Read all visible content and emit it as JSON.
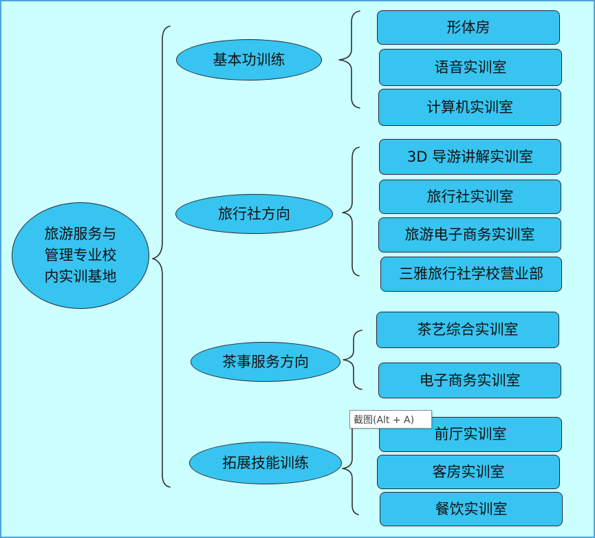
{
  "diagram": {
    "root": {
      "lines": [
        "旅游服务与",
        "管理专业校",
        "内实训基地"
      ]
    },
    "groups": [
      {
        "label": "基本功训练",
        "items": [
          "形体房",
          "语音实训室",
          "计算机实训室"
        ]
      },
      {
        "label": "旅行社方向",
        "items": [
          "3D 导游讲解实训室",
          "旅行社实训室",
          "旅游电子商务实训室",
          "三雅旅行社学校营业部"
        ]
      },
      {
        "label": "茶事服务方向",
        "items": [
          "茶艺综合实训室",
          "电子商务实训室"
        ]
      },
      {
        "label": "拓展技能训练",
        "items": [
          "前厅实训室",
          "客房实训室",
          "餐饮实训室"
        ]
      }
    ]
  },
  "tooltip": {
    "text": "截图(Alt + A)"
  },
  "colors": {
    "background": "#ccffff",
    "node_fill": "#38c4f0",
    "node_border": "#222a33",
    "frame": "#4aa3df"
  }
}
